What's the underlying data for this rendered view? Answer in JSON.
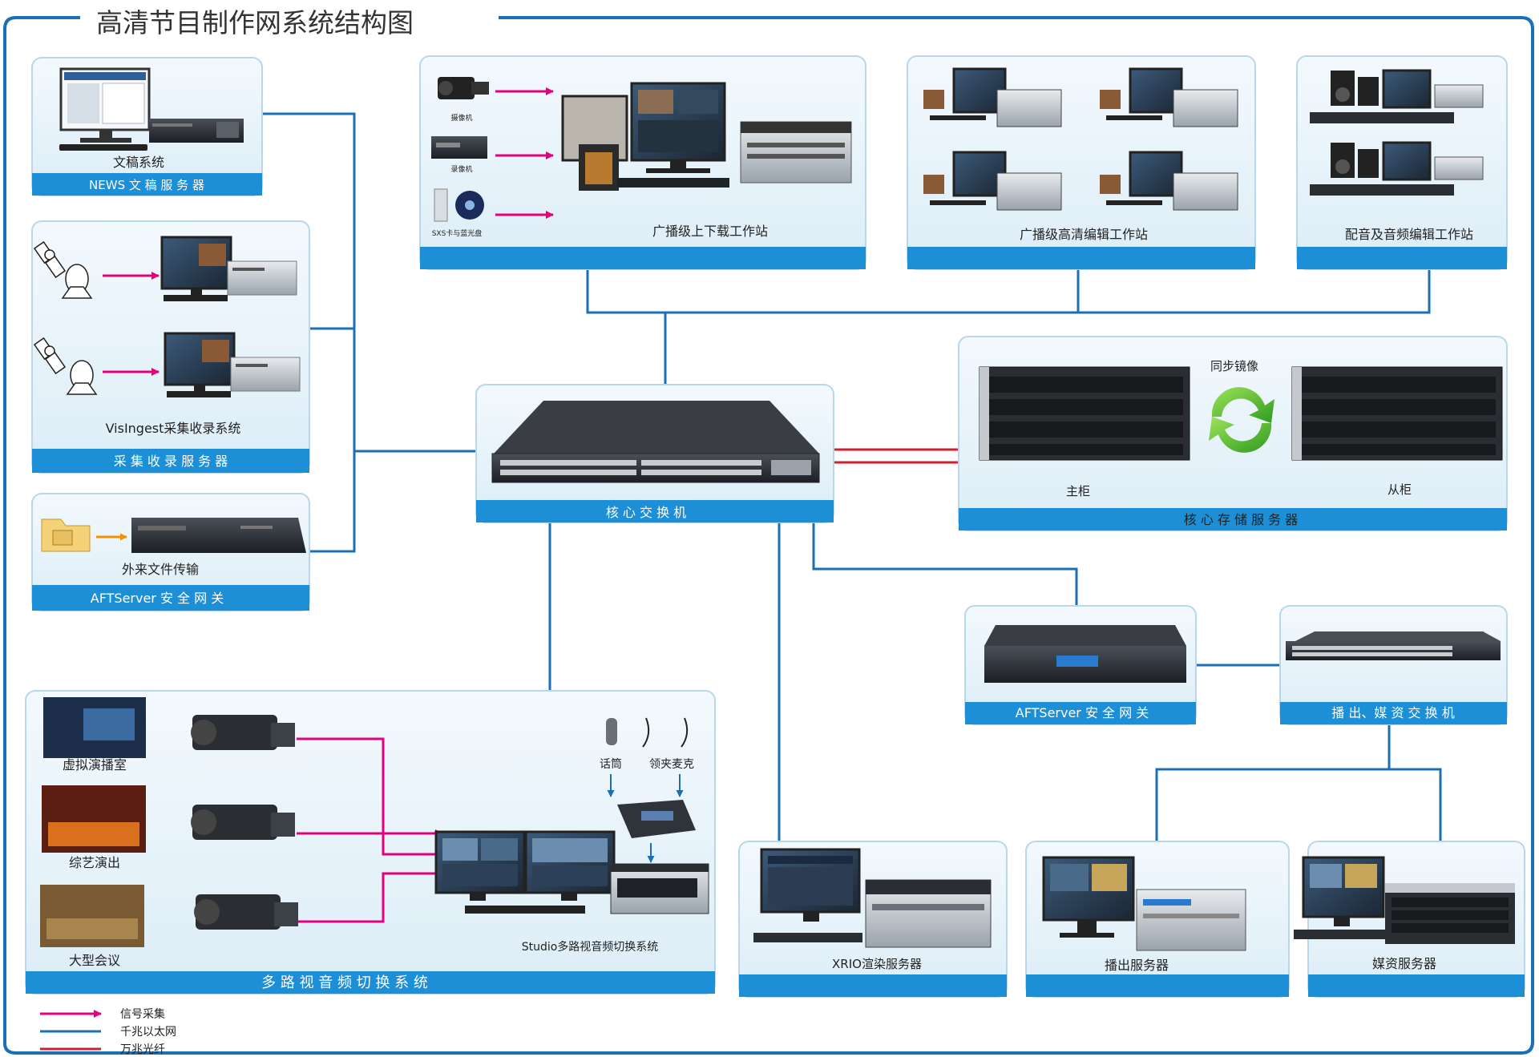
{
  "title": "高清节目制作网系统结构图",
  "colors": {
    "frame": "#1a6fb5",
    "panel_fill": "#e9f4fa",
    "panel_stroke": "#b9d7ea",
    "caption_bar": "#1d8fd6",
    "ethernet": "#1a6fb5",
    "fiber": "#d01e2e",
    "signal": "#e6007e",
    "device_dark": "#2b2f36"
  },
  "nodes": {
    "news": {
      "label": "文稿系统",
      "caption": "NEWS 文 稿 服 务 器"
    },
    "ingest": {
      "label": "VisIngest采集收录系统",
      "caption": "采 集 收 录 服 务 器"
    },
    "aft_left": {
      "label": "外来文件传输",
      "caption": "AFTServer 安 全 网 关"
    },
    "updown": {
      "caption": "广播级上下载工作站",
      "small_labels": [
        "摄像机",
        "录像机",
        "SXS卡与蓝光盘"
      ]
    },
    "edit": {
      "caption": "广播级高清编辑工作站"
    },
    "audio": {
      "caption": "配音及音频编辑工作站"
    },
    "core_switch": {
      "caption": "核 心 交 换 机"
    },
    "storage": {
      "caption": "核 心 存 储 服 务 器",
      "main_label": "主柜",
      "slave_label": "从柜",
      "mirror_label": "同步镜像"
    },
    "aft_right": {
      "caption": "AFTServer 安 全 网 关"
    },
    "playout_switch": {
      "caption": "播 出、媒 资 交 换 机"
    },
    "studio": {
      "caption": "多 路 视 音 频 切 换 系 统",
      "sub_label": "Studio多路视音频切换系统",
      "scenes": [
        "虚拟演播室",
        "综艺演出",
        "大型会议"
      ],
      "mics": [
        "话筒",
        "领夹麦克"
      ]
    },
    "xrio": {
      "caption": "XRIO渲染服务器"
    },
    "playout": {
      "caption": "播出服务器"
    },
    "media": {
      "caption": "媒资服务器"
    }
  },
  "legend": [
    {
      "type": "signal",
      "label": "信号采集"
    },
    {
      "type": "ethernet",
      "label": "千兆以太网"
    },
    {
      "type": "fiber",
      "label": "万兆光纤"
    }
  ]
}
